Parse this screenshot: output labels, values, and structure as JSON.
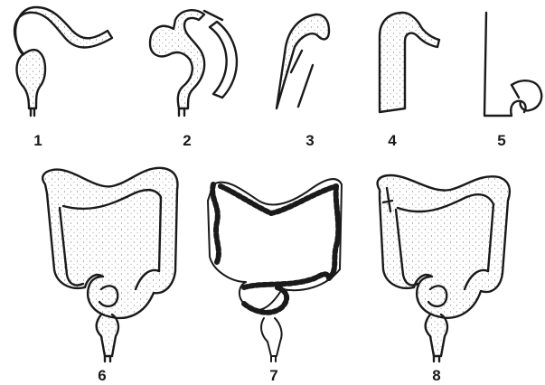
{
  "labels": [
    "1",
    "2",
    "3",
    "4",
    "5",
    "6",
    "7",
    "8"
  ],
  "colors": {
    "ink": "#1a1a1a",
    "stipple": "#777777",
    "background": "#ffffff"
  }
}
